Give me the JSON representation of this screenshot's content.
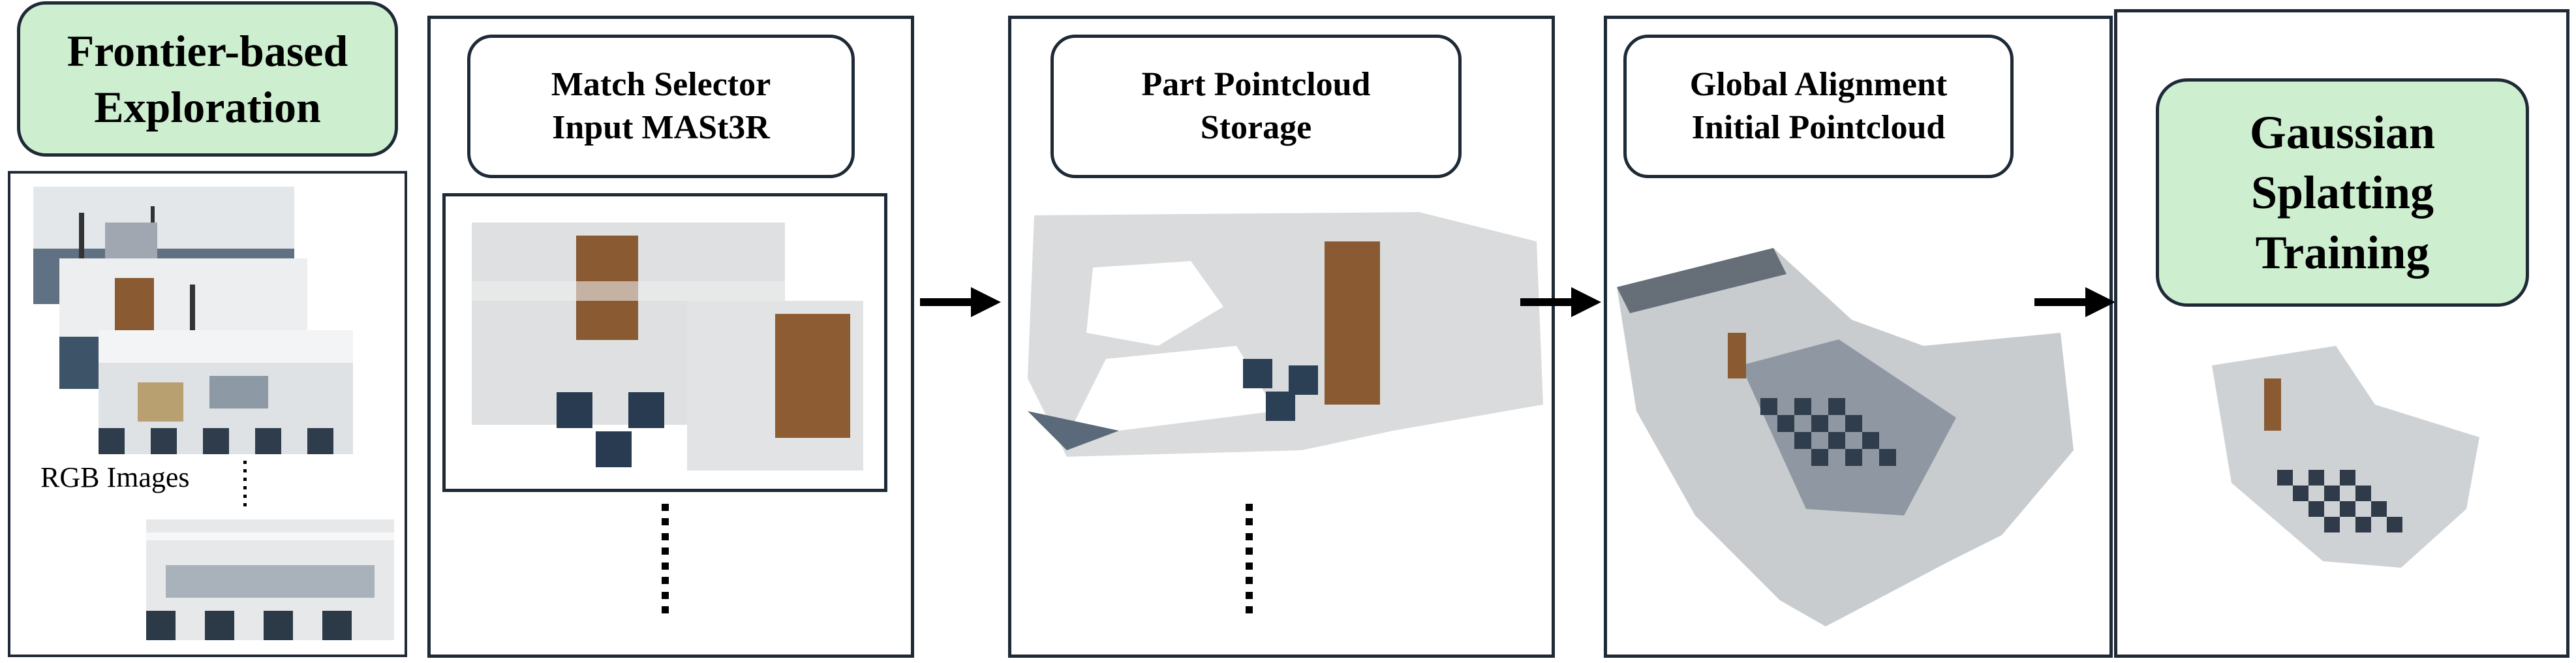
{
  "exploration": {
    "title_line1": "Frontier-based",
    "title_line2": "Exploration",
    "images_label": "RGB Images"
  },
  "match_selector": {
    "title_line1": "Match Selector",
    "title_line2": "Input MASt3R"
  },
  "part_pointcloud": {
    "title_line1": "Part Pointcloud",
    "title_line2": "Storage"
  },
  "global_alignment": {
    "title_line1": "Global Alignment",
    "title_line2": "Initial Pointcloud"
  },
  "gaussian": {
    "title_line1": "Gaussian",
    "title_line2": "Splatting",
    "title_line3": "Training"
  },
  "colors": {
    "green_fill": "#cdeecf",
    "border": "#1e2a36",
    "arrow": "#000000"
  },
  "icons": [
    "rgb-image-thumbnail",
    "matched-image-pair",
    "part-pointcloud-render",
    "global-pointcloud-render",
    "gaussian-splat-render",
    "right-arrow"
  ]
}
